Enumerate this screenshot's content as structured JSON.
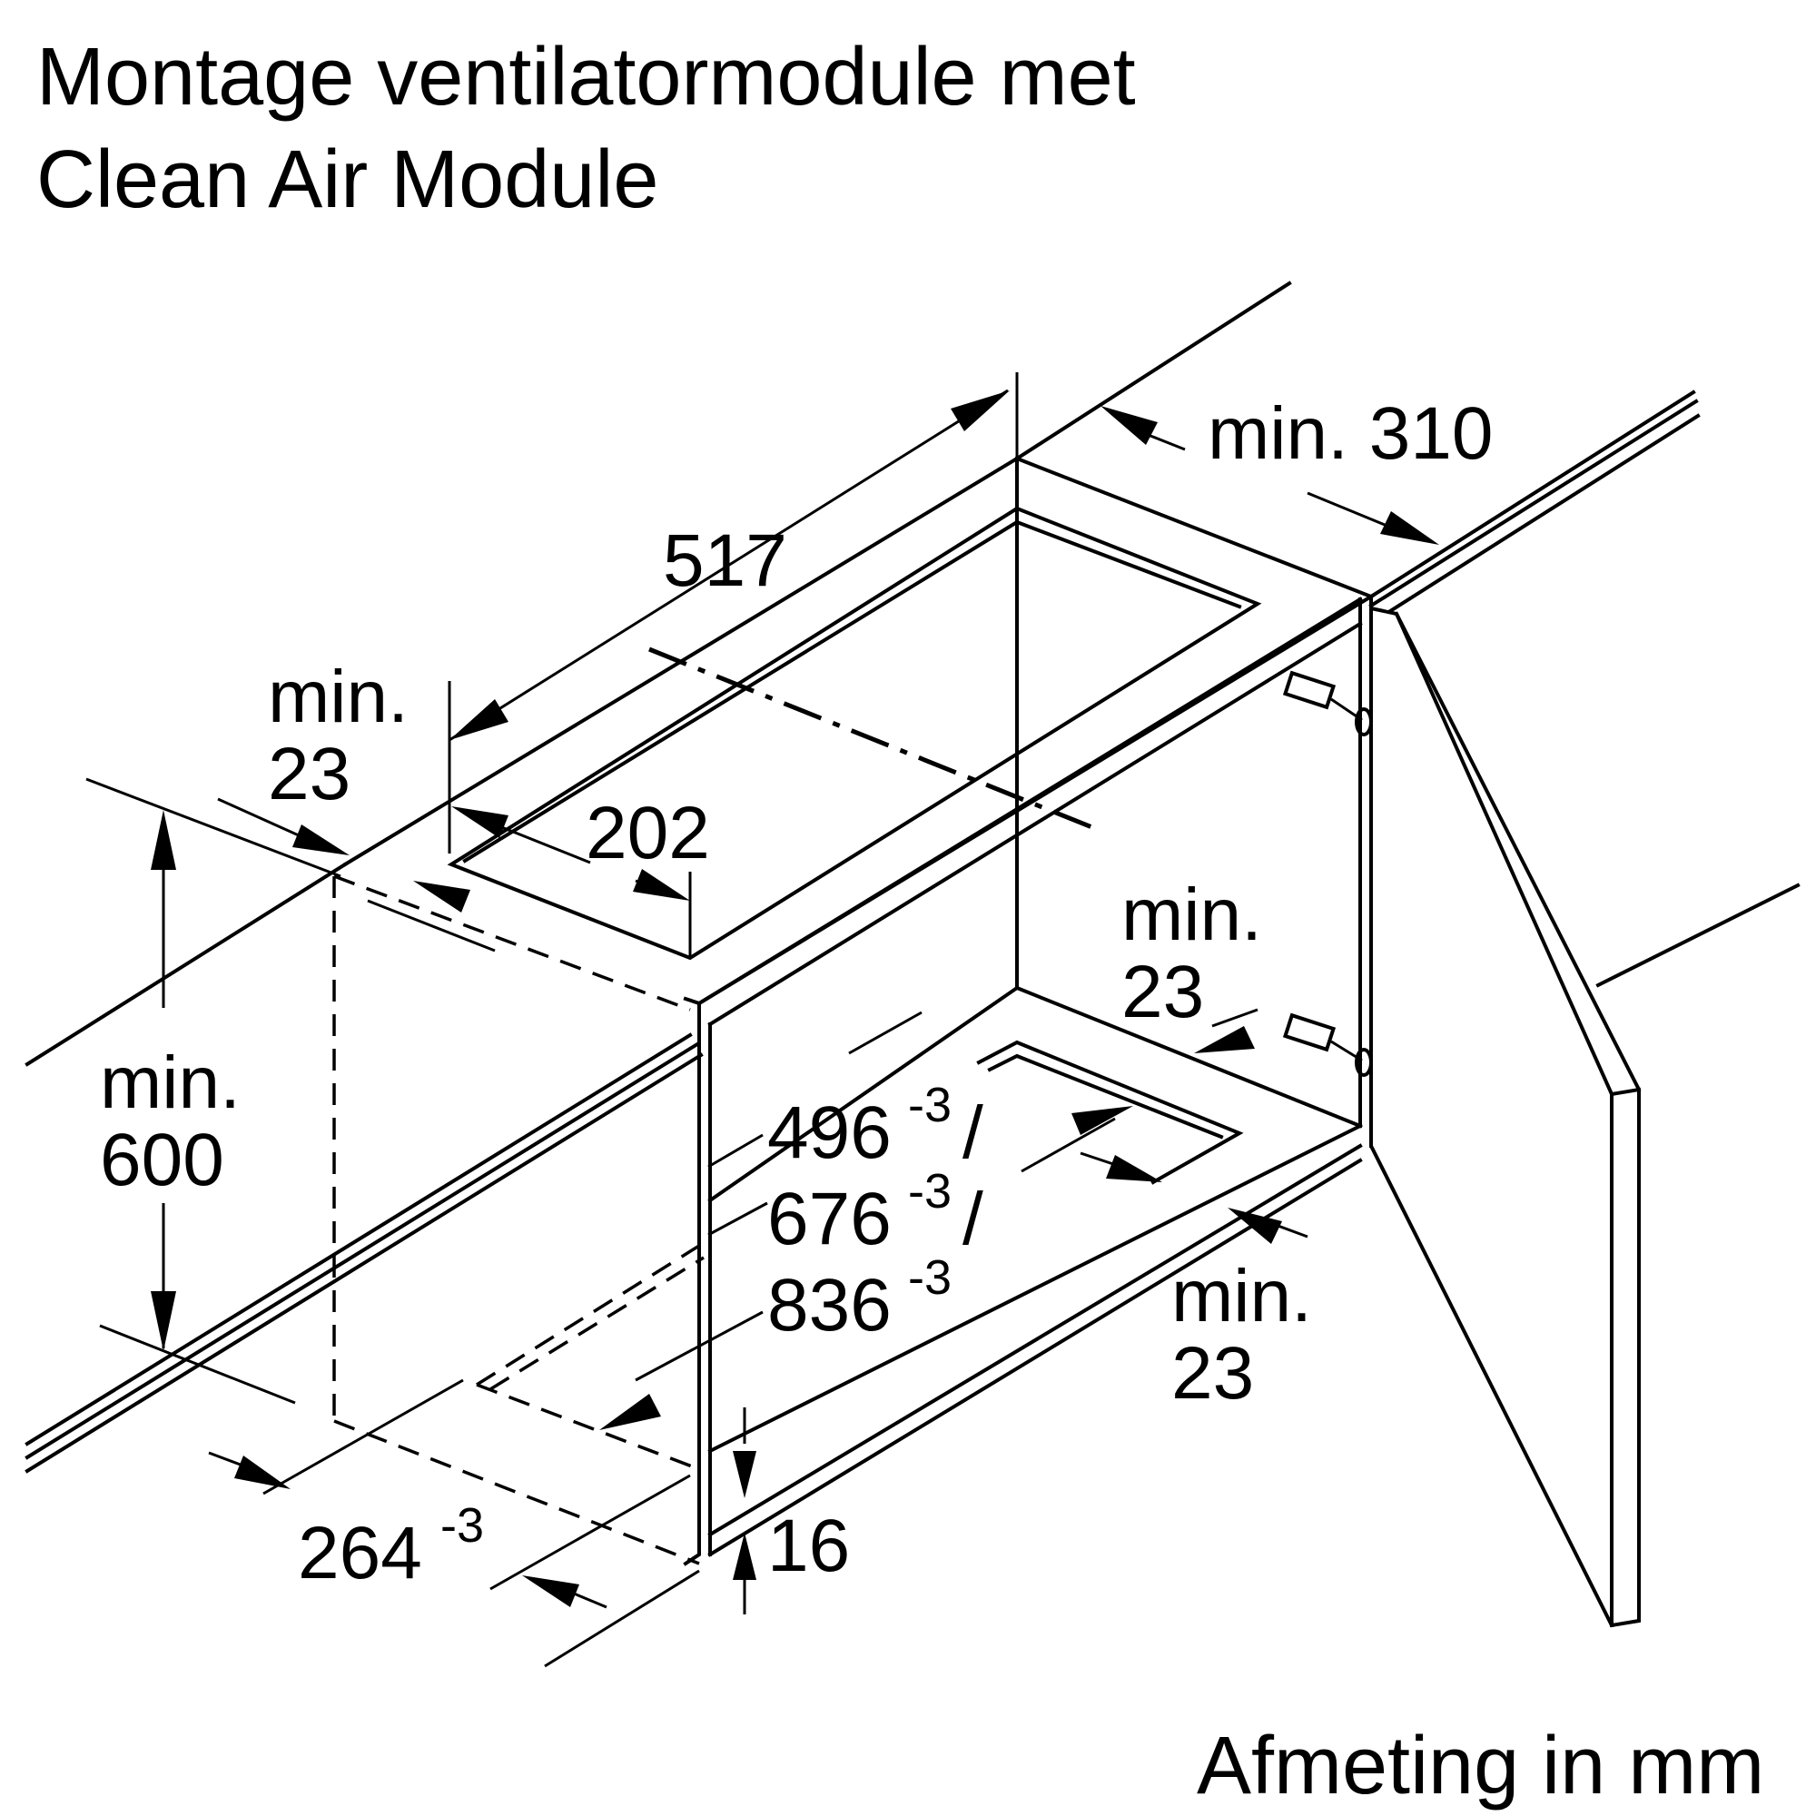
{
  "title": {
    "line1": "Montage ventilatormodule met",
    "line2": "Clean Air Module"
  },
  "unit_note": "Afmeting in mm",
  "dimensions": {
    "min_310": "min. 310",
    "d517": "517",
    "min23_left_a": "min.",
    "min23_left_b": "23",
    "d202": "202",
    "min600_a": "min.",
    "min600_b": "600",
    "min23_mid_a": "min.",
    "min23_mid_b": "23",
    "min23_right_a": "min.",
    "min23_right_b": "23",
    "w496": "496",
    "w676": "676",
    "w836": "836",
    "tol": "-3",
    "slash": "/",
    "d264": "264",
    "d16": "16"
  }
}
